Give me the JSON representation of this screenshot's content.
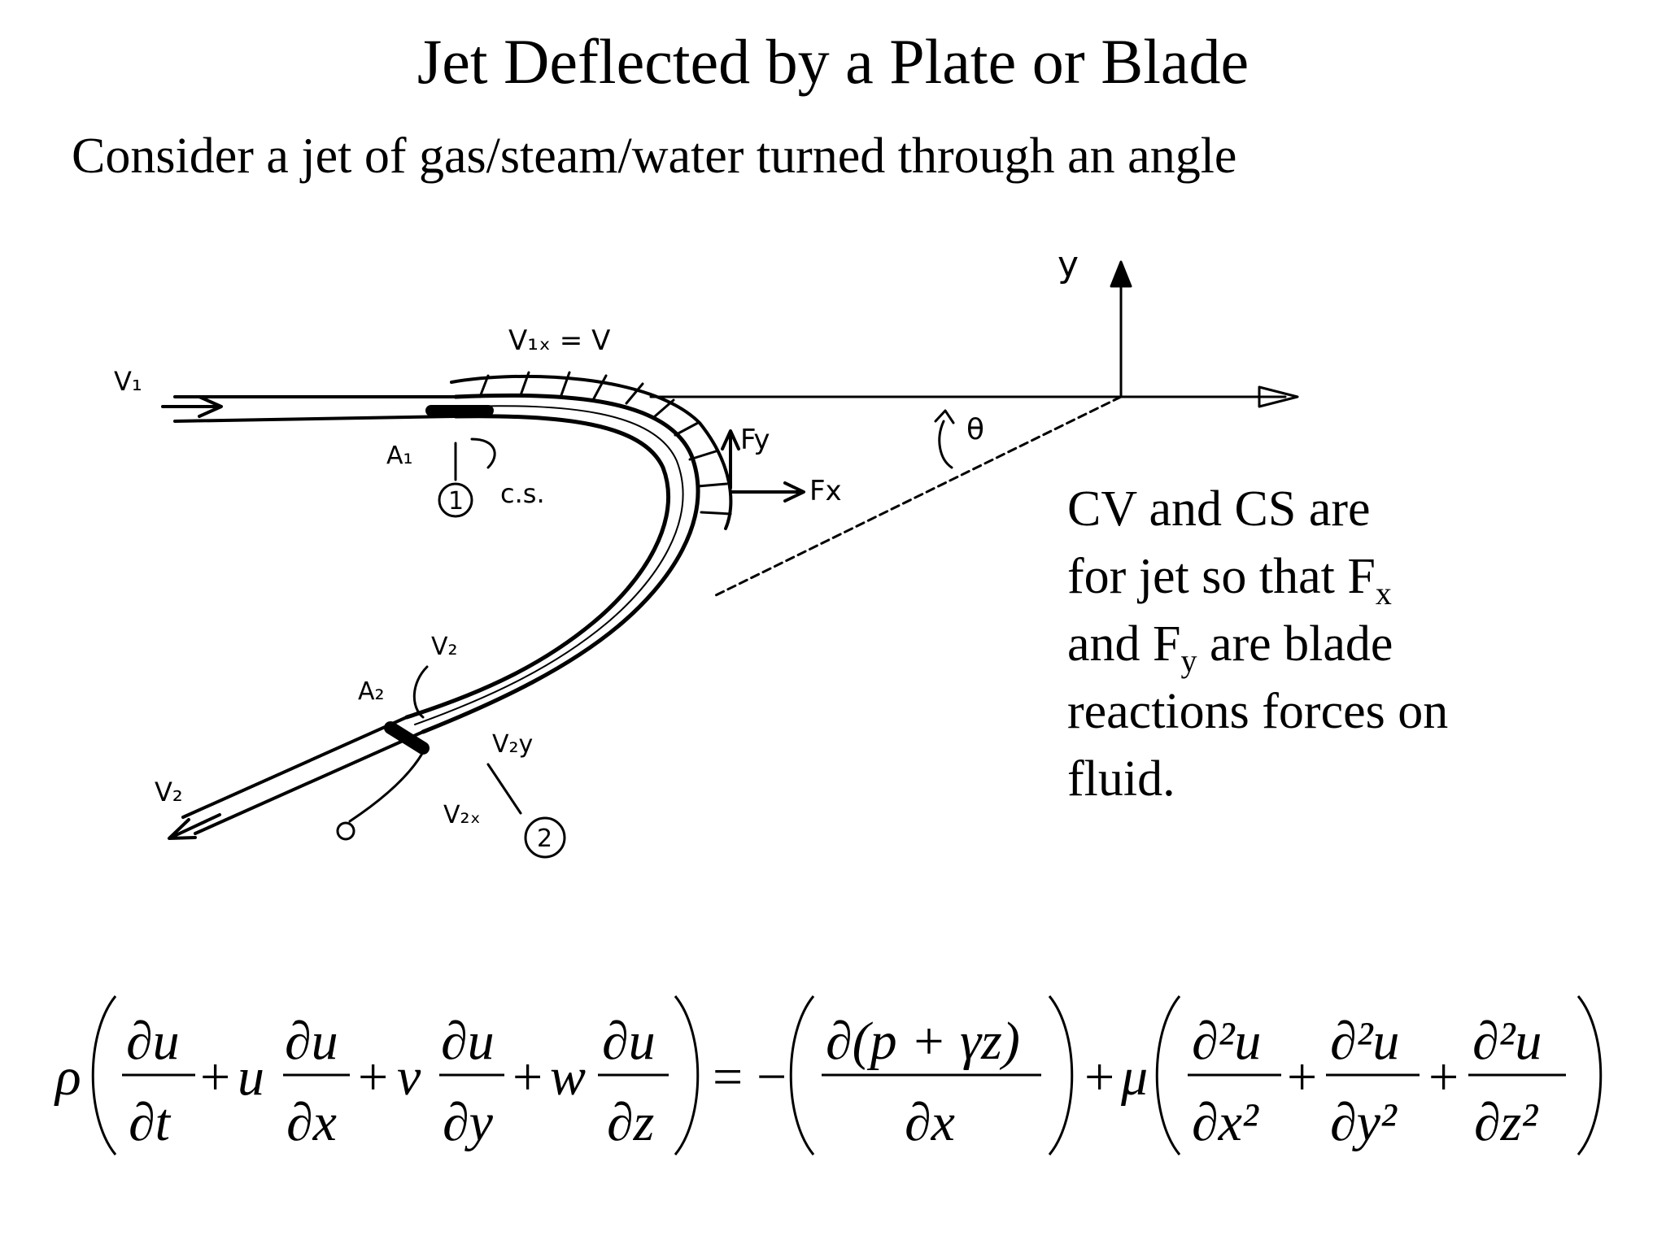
{
  "title": "Jet Deflected by a Plate or Blade",
  "subtitle": "Consider a jet of gas/steam/water  turned through an angle",
  "diagram": {
    "axis_y_label": "y",
    "v1_label": "V₁",
    "v1x_label": "V₁ₓ = V",
    "a1_label": "A₁",
    "cs_label": "c.s.",
    "station1_label": "1",
    "station2_label": "2",
    "fy_label": "Fy",
    "fx_label": "Fx",
    "theta_label": "θ",
    "v2_label": "V₂",
    "a2_label": "A₂",
    "v2y_label": "V₂y",
    "v2x_label": "V₂ₓ",
    "v2_end_label": "V₂"
  },
  "note": {
    "line1": "CV and CS are",
    "line2_pre": "for jet so that F",
    "line2_sub": "x",
    "line3_pre": "and F",
    "line3_sub": "y",
    "line3_post": " are blade",
    "line4": "reactions forces on",
    "line5": "fluid."
  },
  "equation": {
    "rho": "ρ",
    "du": "∂u",
    "dt": "∂t",
    "dx": "∂x",
    "dy": "∂y",
    "dz": "∂z",
    "plus": "+",
    "u": "u",
    "v": "v",
    "w": "w",
    "equals": "=",
    "minus": "−",
    "d_p_gz": "∂(p + γz)",
    "mu": "μ",
    "d2u": "∂²u",
    "dx2": "∂x²",
    "dy2": "∂y²",
    "dz2": "∂z²"
  }
}
